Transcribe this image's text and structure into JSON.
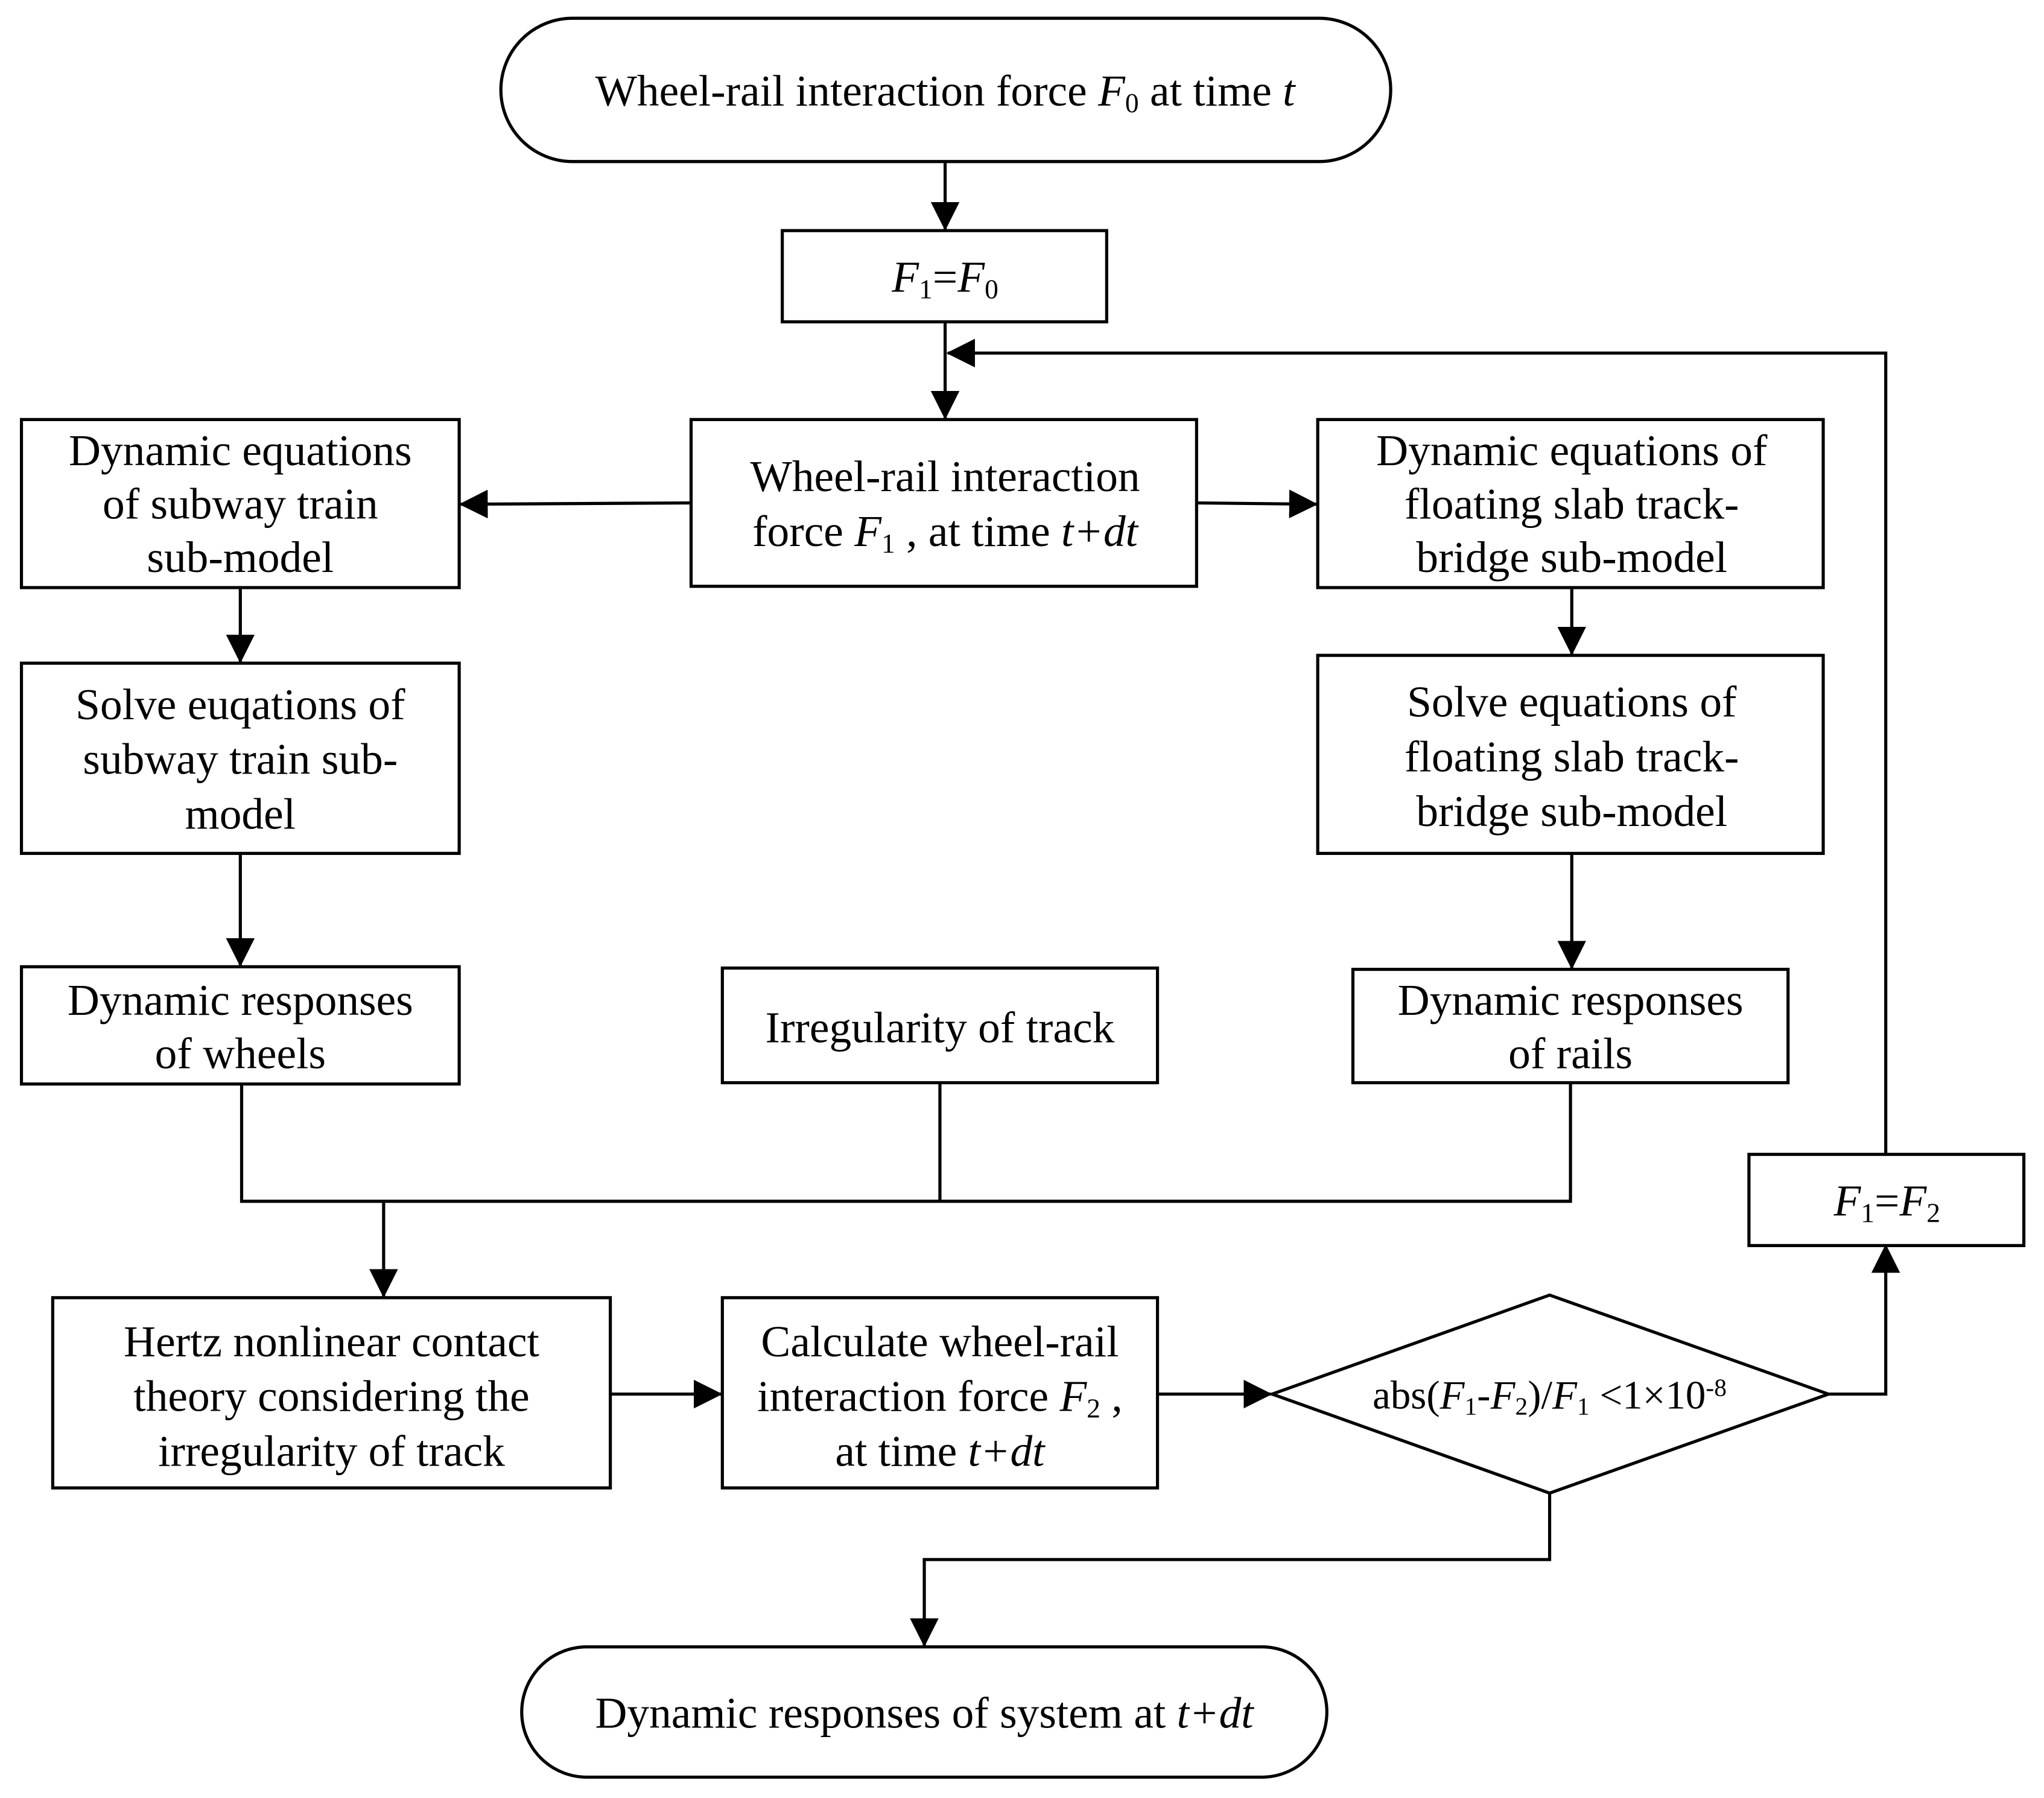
{
  "nodes": {
    "start": {
      "parts": [
        {
          "t": "Wheel-rail interaction force "
        },
        {
          "t": "F",
          "i": true
        },
        {
          "t": "0",
          "sub": true
        },
        {
          "t": " at time "
        },
        {
          "t": "t",
          "i": true
        }
      ]
    },
    "f1_eq_f0": {
      "parts": [
        {
          "t": "F",
          "i": true
        },
        {
          "t": "1",
          "sub": true
        },
        {
          "t": "="
        },
        {
          "t": "F",
          "i": true
        },
        {
          "t": "0",
          "sub": true
        }
      ]
    },
    "wr_force_f1": {
      "line1": "Wheel-rail interaction",
      "line2_parts": [
        {
          "t": "force "
        },
        {
          "t": "F",
          "i": true
        },
        {
          "t": "1",
          "sub": true
        },
        {
          "t": " , at time "
        },
        {
          "t": "t+dt",
          "i": true
        }
      ]
    },
    "train_eq": {
      "lines": [
        "Dynamic equations",
        "of subway train",
        "sub-model"
      ]
    },
    "track_eq": {
      "lines": [
        "Dynamic equations of",
        "floating slab track-",
        "bridge sub-model"
      ]
    },
    "solve_train": {
      "lines": [
        "Solve euqations of",
        "subway train sub-",
        "model"
      ]
    },
    "solve_track": {
      "lines": [
        "Solve equations of",
        "floating slab track-",
        "bridge sub-model"
      ]
    },
    "resp_wheels": {
      "lines": [
        "Dynamic responses",
        "of wheels"
      ]
    },
    "irregularity": {
      "lines": [
        "Irregularity of track"
      ]
    },
    "resp_rails": {
      "lines": [
        "Dynamic responses",
        "of rails"
      ]
    },
    "hertz": {
      "lines": [
        "Hertz nonlinear contact",
        "theory considering the",
        "irregularity of track"
      ]
    },
    "calc_f2": {
      "line1": "Calculate wheel-rail",
      "line2_parts": [
        {
          "t": "interaction force "
        },
        {
          "t": "F",
          "i": true
        },
        {
          "t": "2",
          "sub": true
        },
        {
          "t": " ,"
        }
      ],
      "line3_parts": [
        {
          "t": "at time "
        },
        {
          "t": "t+dt",
          "i": true
        }
      ]
    },
    "condition": {
      "parts": [
        {
          "t": "abs("
        },
        {
          "t": "F",
          "i": true
        },
        {
          "t": "1",
          "sub": true
        },
        {
          "t": "-"
        },
        {
          "t": "F",
          "i": true
        },
        {
          "t": "2",
          "sub": true
        },
        {
          "t": ")/"
        },
        {
          "t": "F",
          "i": true
        },
        {
          "t": "1",
          "sub": true
        },
        {
          "t": " <1×10"
        },
        {
          "t": "-8",
          "sup": true
        }
      ]
    },
    "f1_eq_f2": {
      "parts": [
        {
          "t": "F",
          "i": true
        },
        {
          "t": "1",
          "sub": true
        },
        {
          "t": "="
        },
        {
          "t": "F",
          "i": true
        },
        {
          "t": "2",
          "sub": true
        }
      ]
    },
    "end": {
      "parts": [
        {
          "t": "Dynamic responses of system at "
        },
        {
          "t": "t+dt",
          "i": true
        }
      ]
    }
  }
}
